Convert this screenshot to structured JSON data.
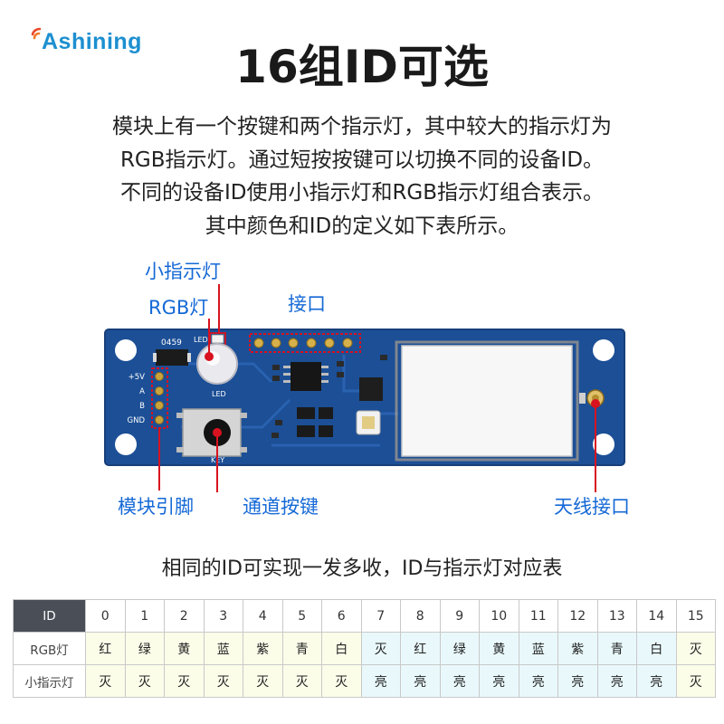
{
  "brand": {
    "name": "Ashining"
  },
  "title": "16组ID可选",
  "description": [
    "模块上有一个按键和两个指示灯，其中较大的指示灯为",
    "RGB指示灯。通过短按按键可以切换不同的设备ID。",
    "不同的设备ID使用小指示灯和RGB指示灯组合表示。",
    "其中颜色和ID的定义如下表所示。"
  ],
  "callouts": {
    "small_led": "小指示灯",
    "rgb_led": "RGB灯",
    "interface": "接口",
    "pins": "模块引脚",
    "button": "通道按键",
    "antenna": "天线接口"
  },
  "board": {
    "part_no": "0459",
    "led_label": "LED",
    "key_label": "KEY",
    "pins": [
      "+5V",
      "A",
      "B",
      "GND"
    ]
  },
  "table": {
    "title": "相同的ID可实现一发多收，ID与指示灯对应表",
    "header_label": "ID",
    "ids": [
      "0",
      "1",
      "2",
      "3",
      "4",
      "5",
      "6",
      "7",
      "8",
      "9",
      "10",
      "11",
      "12",
      "13",
      "14",
      "15"
    ],
    "rows": [
      {
        "label": "RGB灯",
        "values": [
          "红",
          "绿",
          "黄",
          "蓝",
          "紫",
          "青",
          "白",
          "灭",
          "红",
          "绿",
          "黄",
          "蓝",
          "紫",
          "青",
          "白",
          "灭"
        ]
      },
      {
        "label": "小指示灯",
        "values": [
          "灭",
          "灭",
          "灭",
          "灭",
          "灭",
          "灭",
          "灭",
          "亮",
          "亮",
          "亮",
          "亮",
          "亮",
          "亮",
          "亮",
          "亮",
          "灭"
        ]
      }
    ]
  },
  "colors": {
    "brand_blue": "#1d8fd0",
    "callout_blue": "#1569d6",
    "pcb_blue": "#1c4f96",
    "callout_red": "#d8121f",
    "table_header": "#4a4e57",
    "col_yellow": "#fbfde9",
    "col_cyan": "#e9f8fb"
  }
}
